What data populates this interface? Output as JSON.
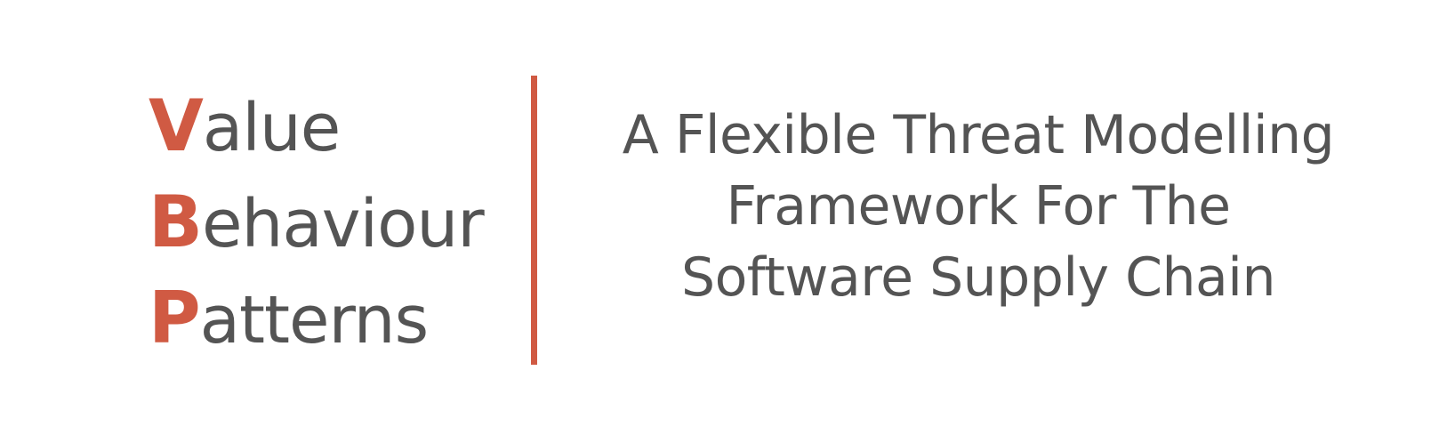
{
  "colors": {
    "accent": "#d05a43",
    "text": "#545454",
    "background": "#ffffff"
  },
  "acronym": {
    "lines": [
      {
        "initial": "V",
        "rest": "alue"
      },
      {
        "initial": "B",
        "rest": "ehaviour"
      },
      {
        "initial": "P",
        "rest": "atterns"
      }
    ]
  },
  "tagline": {
    "lines": [
      "A Flexible Threat Modelling",
      "Framework For The",
      "Software Supply Chain"
    ]
  }
}
